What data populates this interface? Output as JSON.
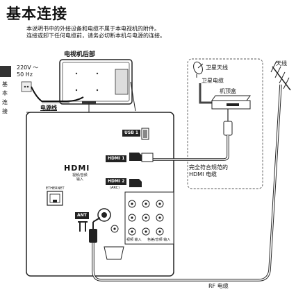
{
  "page": {
    "title": "基本连接",
    "intro_lines": [
      "本说明书中的外接设备和电缆不属于本电视机的附件。",
      "连接或卸下任何电缆前，请务必切断本机与电源的连接。"
    ],
    "side_tab": [
      "基",
      "本",
      "连",
      "接"
    ]
  },
  "diagram": {
    "tv_rear_label": "电视机后部",
    "power_voltage": "220V ～",
    "power_freq": "50 Hz",
    "power_cord_label": "电源线",
    "satellite_antenna_label": "卫星天线",
    "satellite_cable_label": "卫星电缆",
    "set_top_box_label": "机顶盒",
    "antenna_label": "天线",
    "hdmi_cable_label_1": "完全符合规范的",
    "hdmi_cable_label_2": "HDMI 电缆",
    "rf_cable_label": "RF 电缆",
    "usb_label": "USB 1",
    "hdmi1_label": "HDMI 1",
    "hdmi2_label": "HDMI 2",
    "hdmi2_sub": "(ARC)",
    "hdmi_logo": "HDMI",
    "hdmi_logo_sub": "视频/音频\n输入",
    "ethernet_label": "ETHERNET",
    "ant_label": "ANT",
    "av_panel_label_1": "视频 输入",
    "av_panel_label_2": "色差/音频 输入"
  }
}
